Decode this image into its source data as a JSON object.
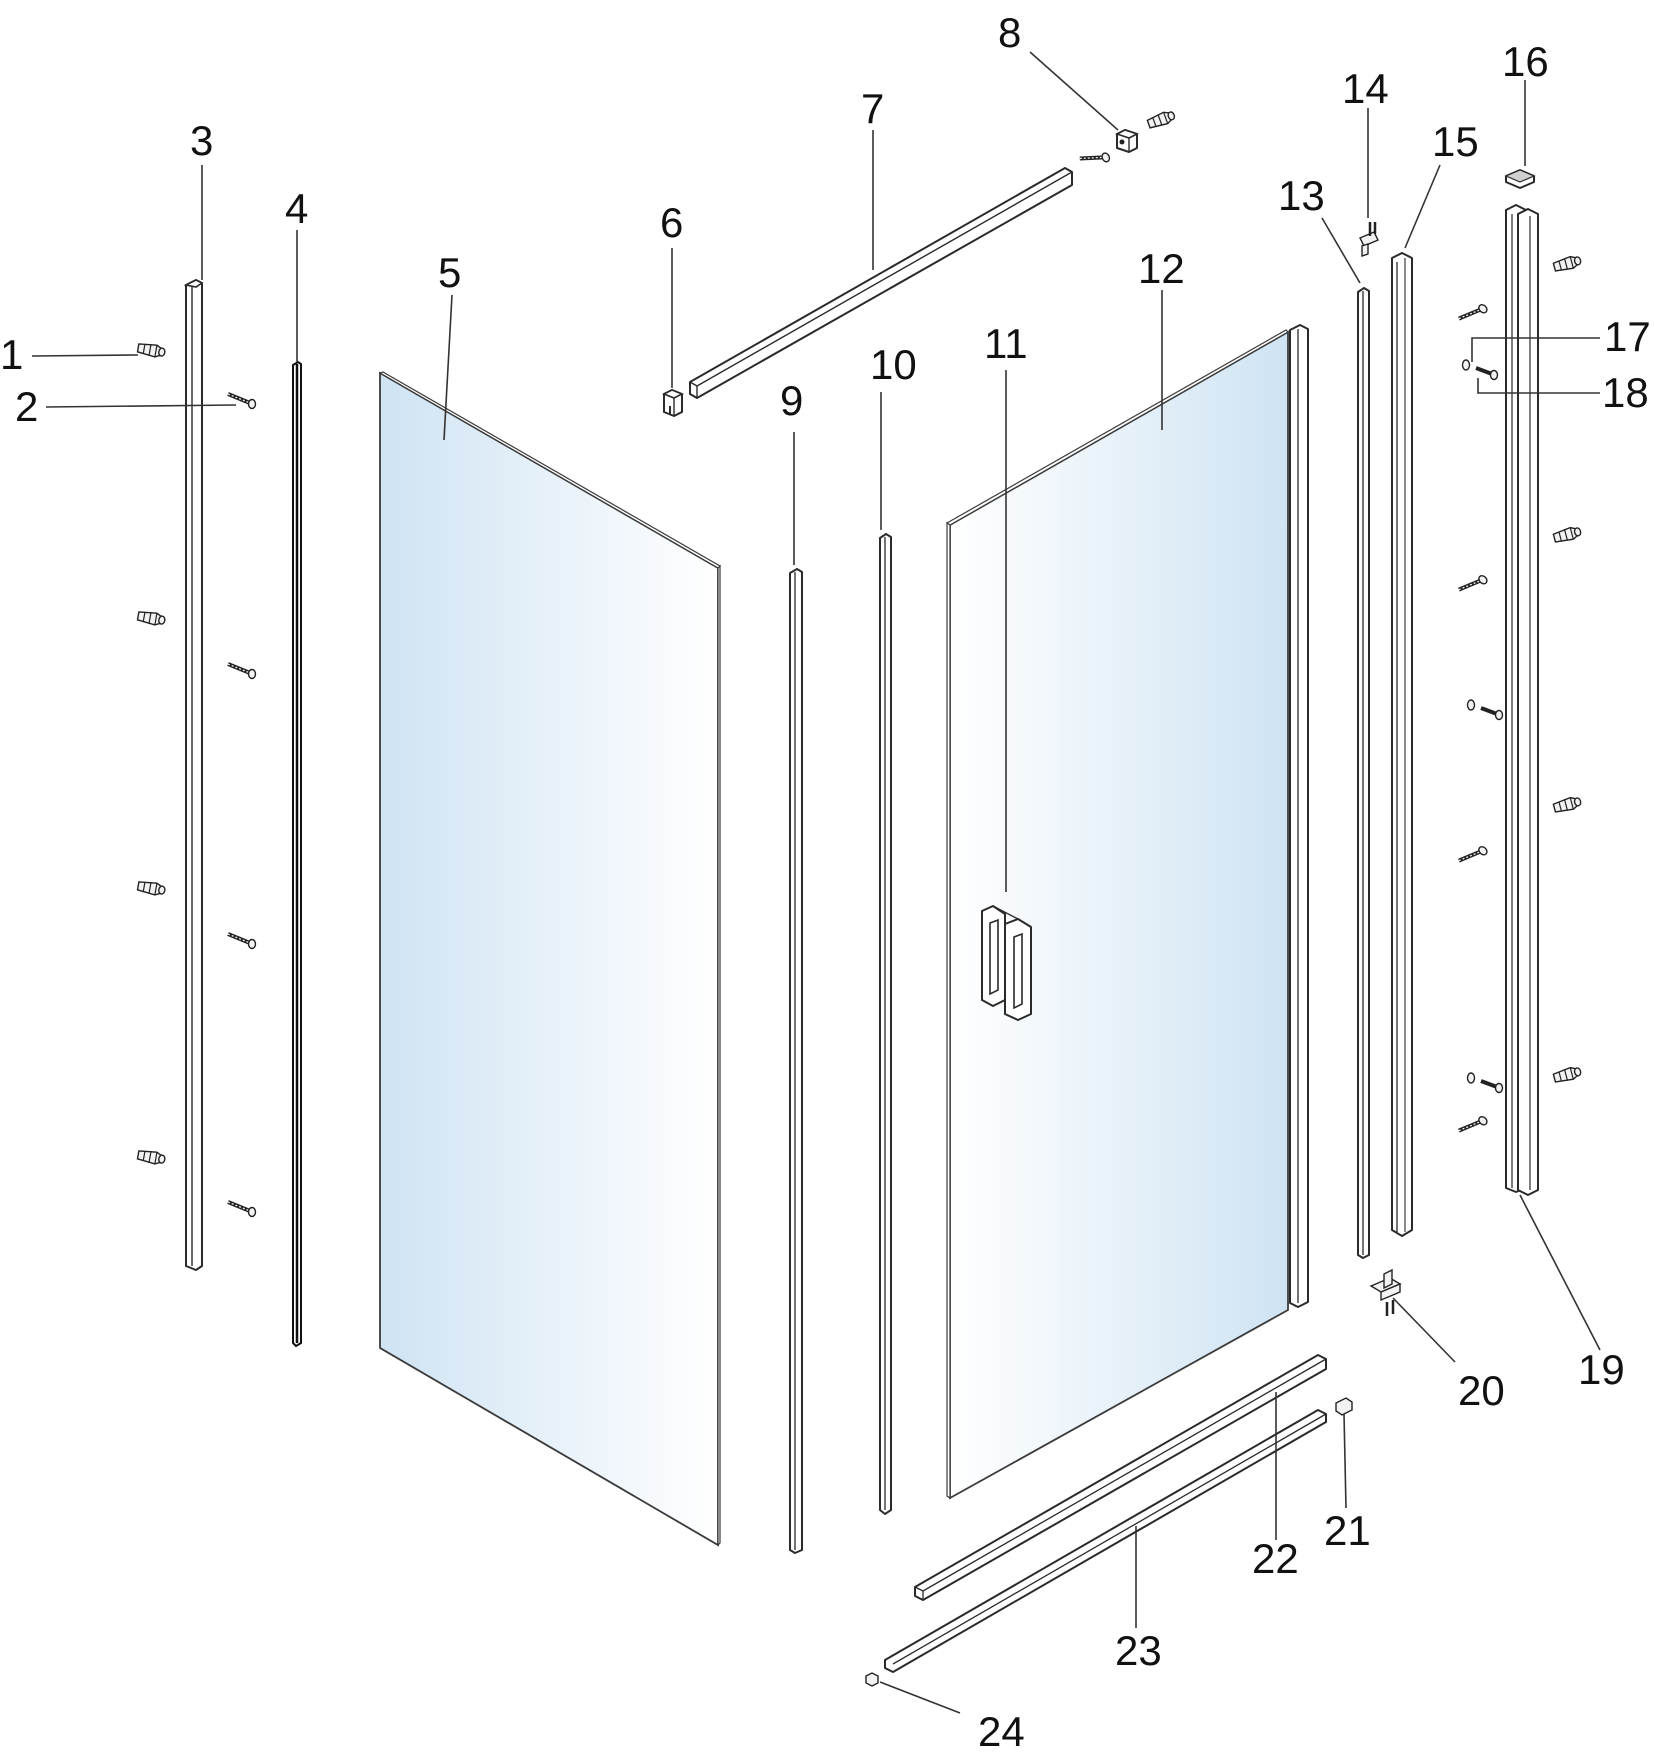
{
  "diagram": {
    "callouts": {
      "c1": "1",
      "c2": "2",
      "c3": "3",
      "c4": "4",
      "c5": "5",
      "c6": "6",
      "c7": "7",
      "c8": "8",
      "c9": "9",
      "c10": "10",
      "c11": "11",
      "c12": "12",
      "c13": "13",
      "c14": "14",
      "c15": "15",
      "c16": "16",
      "c17": "17",
      "c18": "18",
      "c19": "19",
      "c20": "20",
      "c21": "21",
      "c22": "22",
      "c23": "23",
      "c24": "24"
    },
    "colors": {
      "glass_edge": "#cfe3f3",
      "glass_light": "#ffffff",
      "line": "#2a2a2a",
      "background": "#ffffff"
    },
    "icons": [
      "wall-plug-icon",
      "screw-icon",
      "washer-icon"
    ]
  }
}
